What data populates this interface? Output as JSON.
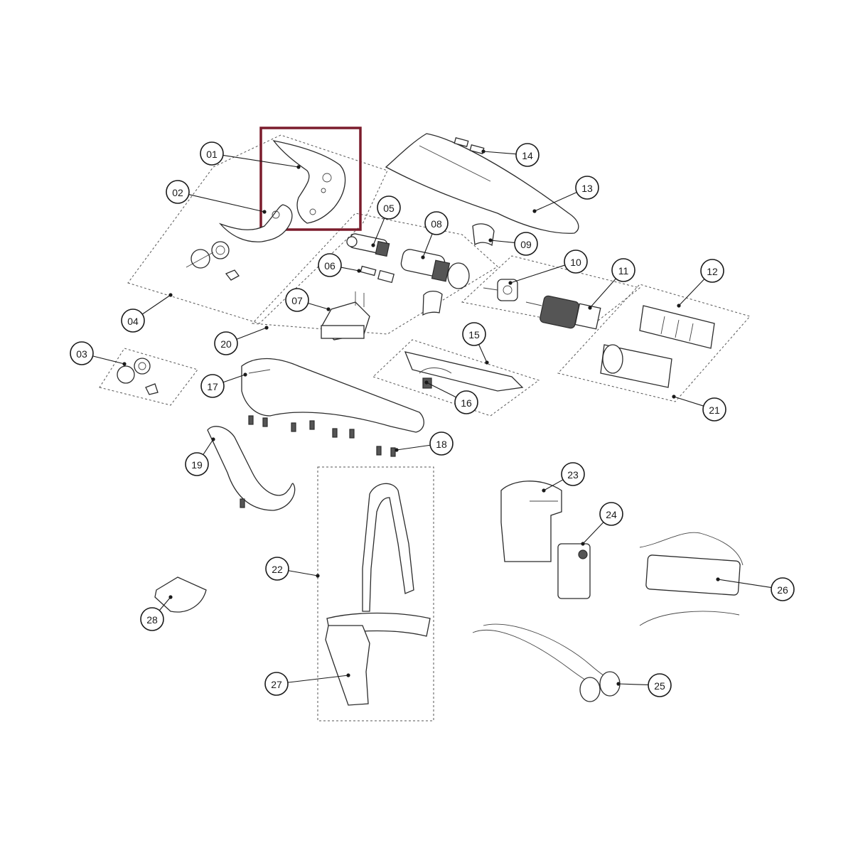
{
  "colors": {
    "highlight": "#7b1c2c",
    "line": "#1a1a1a"
  },
  "callouts": [
    {
      "label": "01"
    },
    {
      "label": "02"
    },
    {
      "label": "03"
    },
    {
      "label": "04"
    },
    {
      "label": "05"
    },
    {
      "label": "06"
    },
    {
      "label": "07"
    },
    {
      "label": "08"
    },
    {
      "label": "09"
    },
    {
      "label": "10"
    },
    {
      "label": "11"
    },
    {
      "label": "12"
    },
    {
      "label": "13"
    },
    {
      "label": "14"
    },
    {
      "label": "15"
    },
    {
      "label": "16"
    },
    {
      "label": "17"
    },
    {
      "label": "18"
    },
    {
      "label": "19"
    },
    {
      "label": "20"
    },
    {
      "label": "21"
    },
    {
      "label": "22"
    },
    {
      "label": "23"
    },
    {
      "label": "24"
    },
    {
      "label": "25"
    },
    {
      "label": "26"
    },
    {
      "label": "27"
    },
    {
      "label": "28"
    }
  ]
}
